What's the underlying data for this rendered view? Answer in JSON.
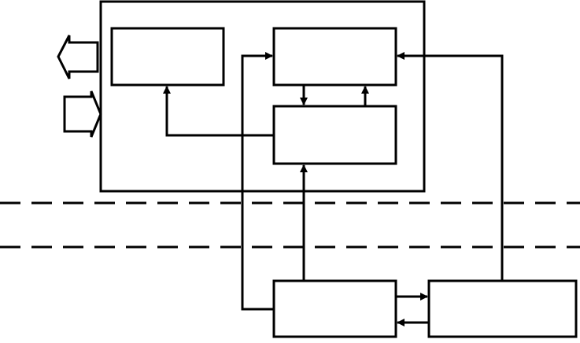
{
  "diagram": {
    "colors": {
      "stroke": "#000000",
      "background": "#ffffff"
    },
    "blocks": [
      {
        "id": "outer-container",
        "label": ""
      },
      {
        "id": "block-left",
        "label": ""
      },
      {
        "id": "block-top-right",
        "label": ""
      },
      {
        "id": "block-middle-right",
        "label": ""
      },
      {
        "id": "block-bottom-left",
        "label": ""
      },
      {
        "id": "block-bottom-right",
        "label": ""
      }
    ],
    "io_arrows": [
      {
        "id": "io-arrow-out",
        "direction": "left",
        "label": ""
      },
      {
        "id": "io-arrow-in",
        "direction": "right",
        "label": ""
      }
    ],
    "boundary_lines": [
      {
        "id": "boundary-line-upper",
        "style": "dashed"
      },
      {
        "id": "boundary-line-lower",
        "style": "dashed"
      }
    ],
    "connections": [
      {
        "id": "conn-middle-to-left",
        "from": "block-middle-right",
        "to": "block-left"
      },
      {
        "id": "conn-top-to-middle",
        "from": "block-top-right",
        "to": "block-middle-right"
      },
      {
        "id": "conn-middle-to-top",
        "from": "block-middle-right",
        "to": "block-top-right"
      },
      {
        "id": "conn-bottomleft-to-middle",
        "from": "block-bottom-left",
        "to": "block-middle-right"
      },
      {
        "id": "conn-bottomleft-to-top",
        "from": "block-bottom-left",
        "to": "block-top-right"
      },
      {
        "id": "conn-bottomright-to-top",
        "from": "block-bottom-right",
        "to": "block-top-right"
      },
      {
        "id": "conn-bottomleft-to-bottomright",
        "from": "block-bottom-left",
        "to": "block-bottom-right"
      },
      {
        "id": "conn-bottomright-to-bottomleft",
        "from": "block-bottom-right",
        "to": "block-bottom-left"
      }
    ]
  }
}
